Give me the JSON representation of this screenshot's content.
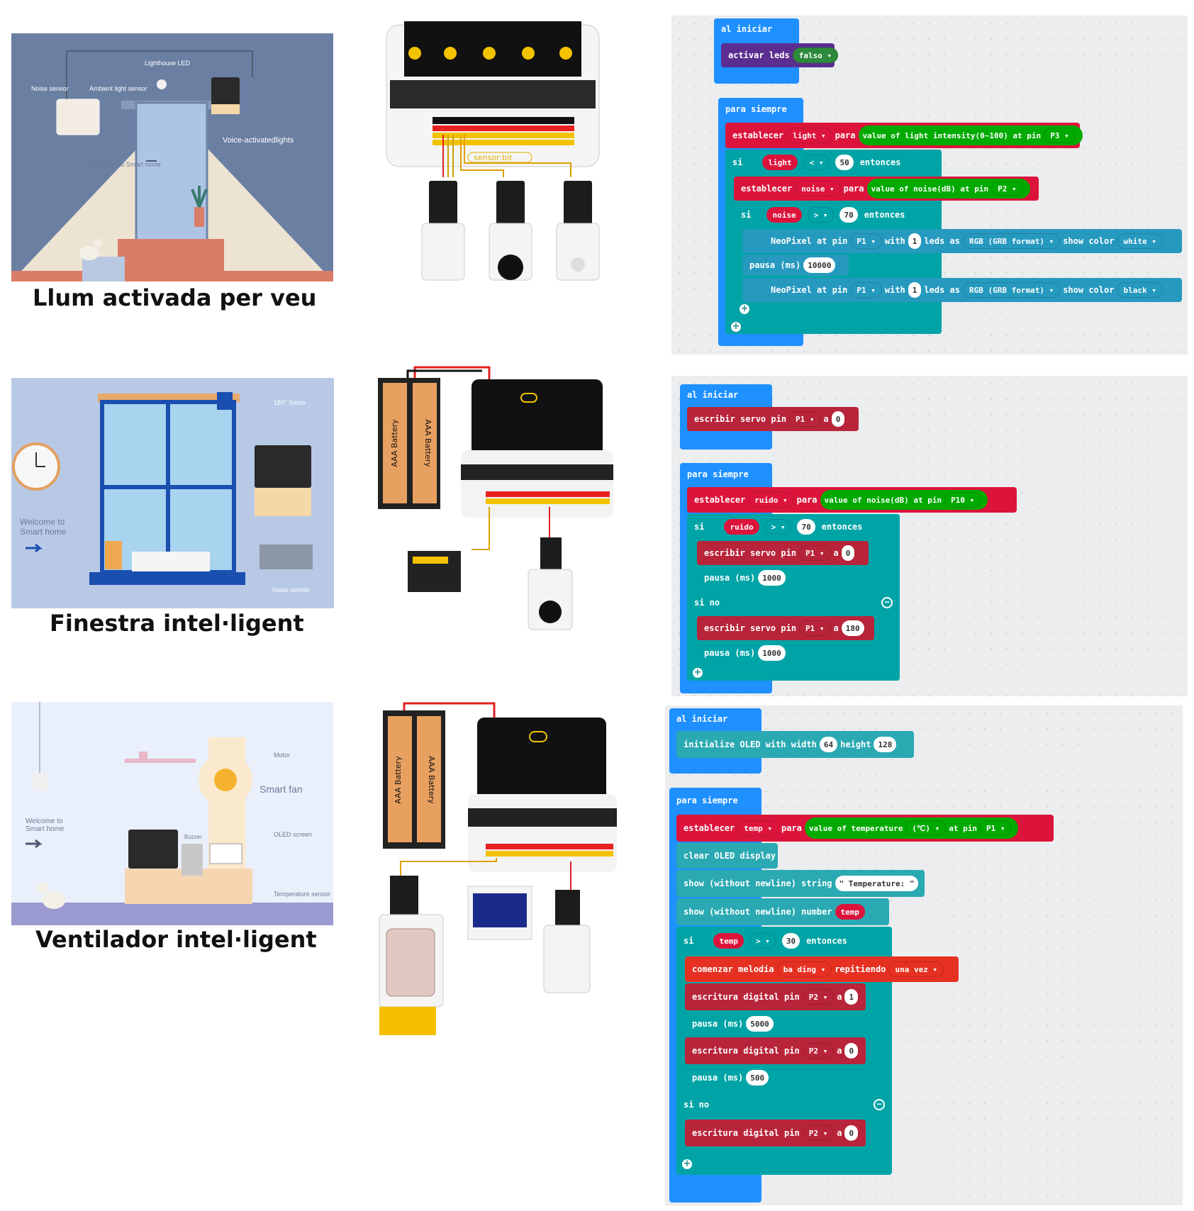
{
  "rows": [
    {
      "caption": "Llum activada per veu",
      "illus_labels": {
        "noise": "Noise sensor",
        "light": "Ambient light sensor",
        "led": "Lighthouse LED",
        "voice": "Voice-activatedlights",
        "welcome": "Welcome to Smart home"
      },
      "board_label": "sensor:bit",
      "code": {
        "start_hat": "al iniciar",
        "start_block": {
          "label": "activar leds",
          "value": "falso"
        },
        "forever_hat": "para siempre",
        "set_light": {
          "kw": "establecer",
          "var": "light",
          "para": "para",
          "expr": "value of light intensity(0~100) at pin",
          "pin": "P3"
        },
        "if1": {
          "kw": "si",
          "var": "light",
          "op": "<",
          "num": "50",
          "then": "entonces"
        },
        "set_noise": {
          "kw": "establecer",
          "var": "noise",
          "para": "para",
          "expr": "value of noise(dB) at pin",
          "pin": "P2"
        },
        "if2": {
          "kw": "si",
          "var": "noise",
          "op": ">",
          "num": "70",
          "then": "entonces"
        },
        "neo1": {
          "a": "NeoPixel at pin",
          "pin": "P1",
          "with": "with",
          "n": "1",
          "leds": "leds as",
          "fmt": "RGB (GRB format)",
          "show": "show color",
          "color": "white"
        },
        "pause": {
          "label": "pausa (ms)",
          "value": "10000"
        },
        "neo2": {
          "a": "NeoPixel at pin",
          "pin": "P1",
          "with": "with",
          "n": "1",
          "leds": "leds as",
          "fmt": "RGB (GRB format)",
          "show": "show color",
          "color": "black"
        }
      }
    },
    {
      "caption": "Finestra intel·ligent",
      "illus_labels": {
        "servo": "180° Servo",
        "welcome": "Welcome to Smart home",
        "noise": "Noise sensor"
      },
      "battery_label": "AAA Battery",
      "code": {
        "start_hat": "al iniciar",
        "servo0": {
          "label": "escribir servo pin",
          "pin": "P1",
          "a": "a",
          "value": "0"
        },
        "forever_hat": "para siempre",
        "set_ruido": {
          "kw": "establecer",
          "var": "ruido",
          "para": "para",
          "expr": "value of noise(dB) at pin",
          "pin": "P10"
        },
        "if1": {
          "kw": "si",
          "var": "ruido",
          "op": ">",
          "num": "70",
          "then": "entonces"
        },
        "servo1": {
          "label": "escribir servo pin",
          "pin": "P1",
          "a": "a",
          "value": "0"
        },
        "pause1": {
          "label": "pausa (ms)",
          "value": "1000"
        },
        "else": "si no",
        "servo2": {
          "label": "escribir servo pin",
          "pin": "P1",
          "a": "a",
          "value": "180"
        },
        "pause2": {
          "label": "pausa (ms)",
          "value": "1000"
        }
      }
    },
    {
      "caption": "Ventilador intel·ligent",
      "illus_labels": {
        "motor": "Motor",
        "fan": "Smart fan",
        "oled": "OLED screen",
        "temp": "Temperature sensor",
        "welcome": "Welcome to Smart home",
        "buzzer": "Buzzer"
      },
      "battery_label": "AAA Battery",
      "code": {
        "start_hat": "al iniciar",
        "init_oled": {
          "label": "initialize OLED with width",
          "w": "64",
          "hlabel": "height",
          "h": "128"
        },
        "forever_hat": "para siempre",
        "set_temp": {
          "kw": "establecer",
          "var": "temp",
          "para": "para",
          "expr": "value of temperature",
          "unit": "(℃)",
          "at": "at pin",
          "pin": "P1"
        },
        "clear": "clear OLED display",
        "show_str": {
          "label": "show (without newline) string",
          "value": "\" Temperature: \""
        },
        "show_num": {
          "label": "show (without newline) number",
          "var": "temp"
        },
        "if1": {
          "kw": "si",
          "var": "temp",
          "op": ">",
          "num": "30",
          "then": "entonces"
        },
        "melody": {
          "label": "comenzar melodía",
          "tune": "ba ding",
          "rep": "repitiendo",
          "mode": "una vez"
        },
        "dw1": {
          "label": "escritura digital pin",
          "pin": "P2",
          "a": "a",
          "value": "1"
        },
        "pause1": {
          "label": "pausa (ms)",
          "value": "5000"
        },
        "dw2": {
          "label": "escritura digital pin",
          "pin": "P2",
          "a": "a",
          "value": "0"
        },
        "pause2": {
          "label": "pausa (ms)",
          "value": "500"
        },
        "else": "si no",
        "dw3": {
          "label": "escritura digital pin",
          "pin": "P2",
          "a": "a",
          "value": "0"
        }
      }
    }
  ],
  "colors": {
    "events": "#1e90ff",
    "logic": "#00a4a6",
    "variables": "#dc143c",
    "pins": "#b8243a",
    "loops": "#00aa00",
    "neopixel": "#2699bf",
    "led": "#5c2d91",
    "oled": "#2aa9b2"
  }
}
